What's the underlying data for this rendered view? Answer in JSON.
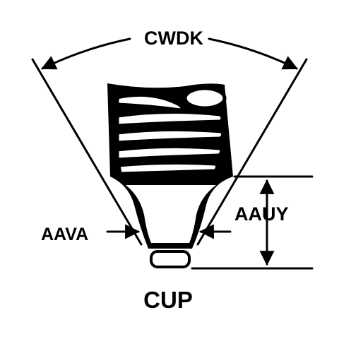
{
  "diagram": {
    "title": "CUP",
    "labels": {
      "angle": "CWDK",
      "point_diameter": "AAVA",
      "point_length": "AAUY"
    }
  }
}
